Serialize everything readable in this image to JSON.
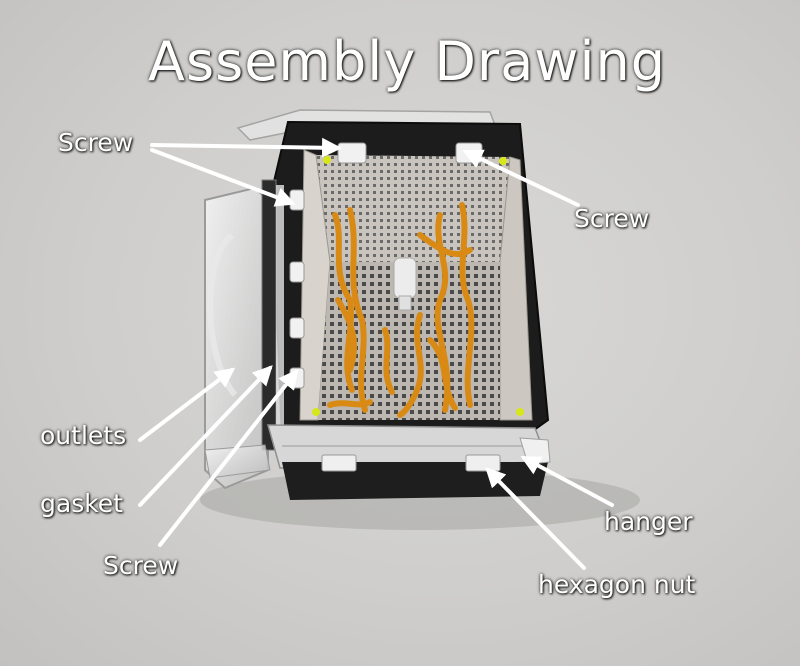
{
  "title": "Assembly Drawing",
  "labels": {
    "screw_top_left": "Screw",
    "screw_top_right": "Screw",
    "outlets": "outlets",
    "gasket": "gasket",
    "screw_bottom": "Screw",
    "hanger": "hanger",
    "hexagon_nut": "hexagon nut"
  },
  "colors": {
    "background": "#d2d1cf",
    "frame": "#1c1c1c",
    "mesh": "#b8b4ad",
    "tubing": "#d98a14",
    "label_text": "#ffffff",
    "callout_arrow": "#ffffff"
  }
}
